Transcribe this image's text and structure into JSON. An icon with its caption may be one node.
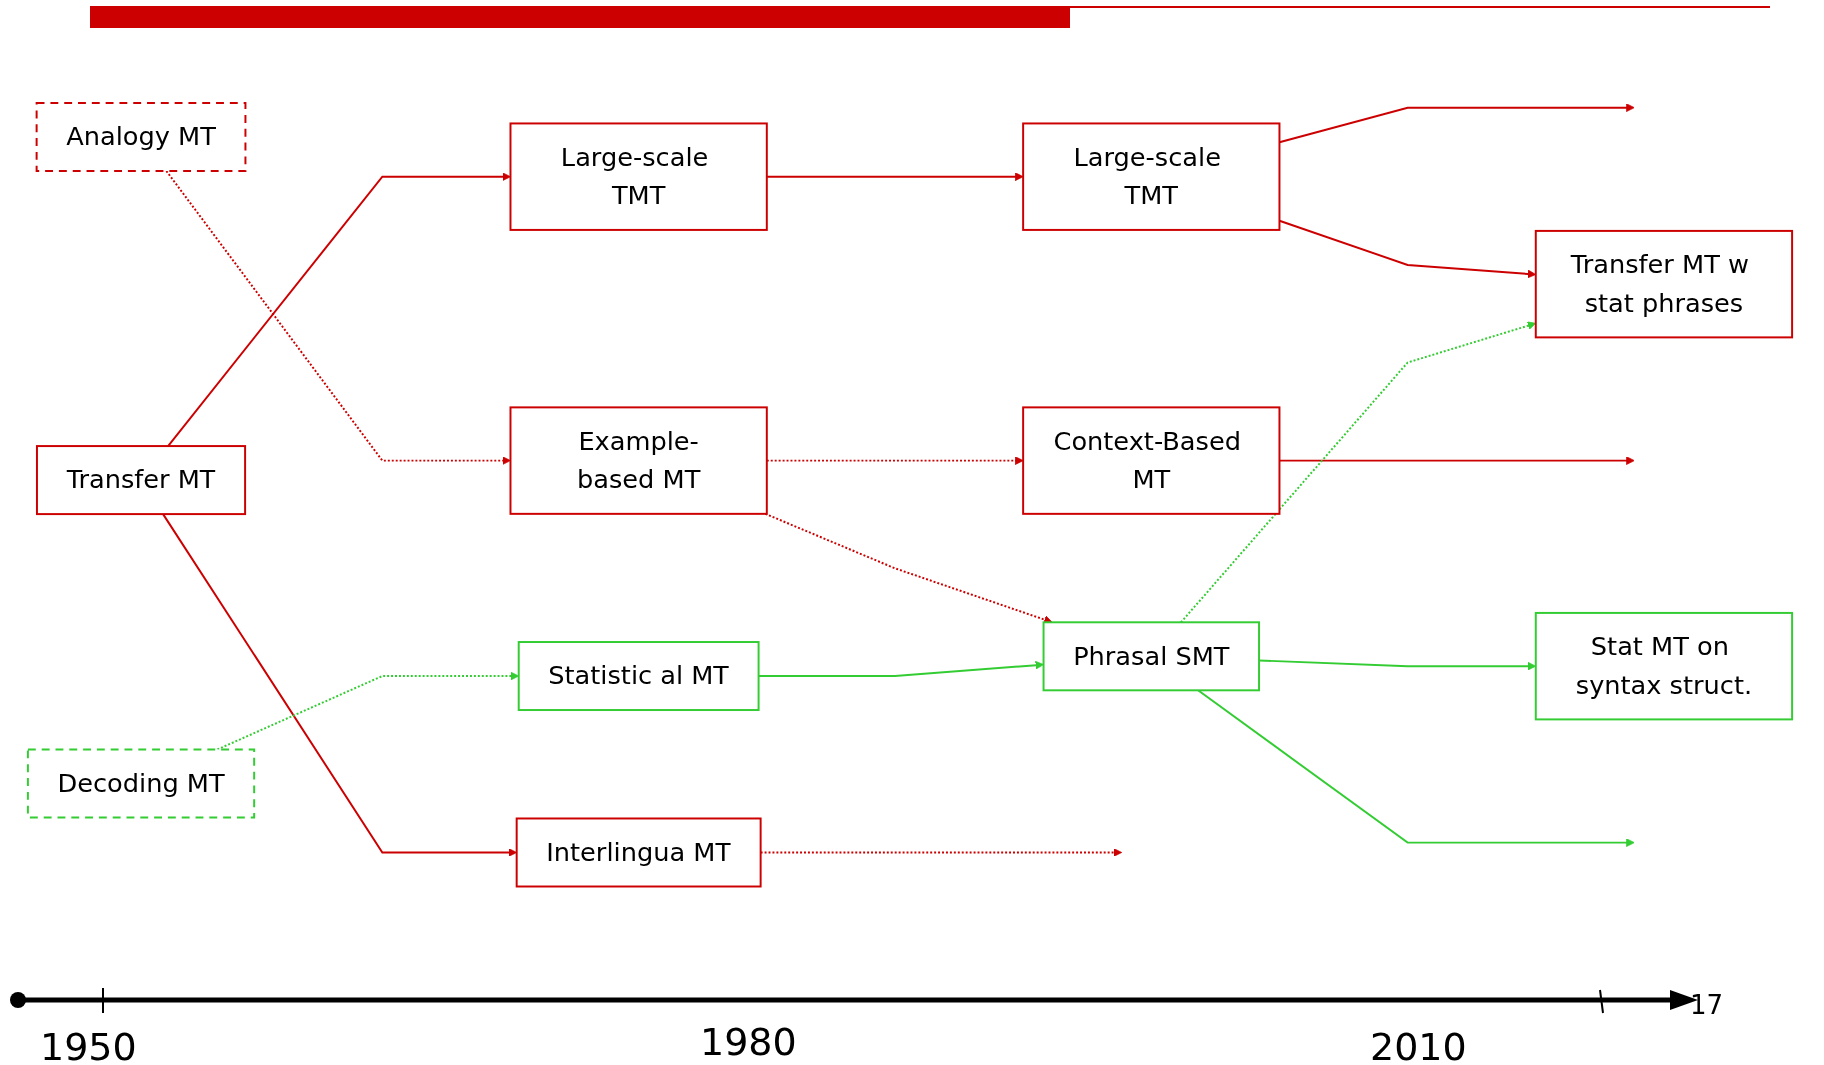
{
  "diagram": {
    "nodes": [
      {
        "text": [
          "Transfer MT"
        ]
      },
      {
        "text": [
          "Large-scale TMT"
        ]
      },
      {
        "text": [
          "Large-scale TMT"
        ]
      },
      {
        "text": [
          "Interlingua MT"
        ]
      },
      {
        "text": [
          "Analogy MT"
        ]
      },
      {
        "text": [
          "Example-based MT"
        ]
      },
      {
        "text": [
          "Transfer MT w stat phrases"
        ]
      },
      {
        "text": [
          "Context-Based MT"
        ]
      },
      {
        "text": [
          "Decoding MT"
        ]
      },
      {
        "text": [
          "Statistic al MT"
        ]
      },
      {
        "text": [
          "Phrasal SMT"
        ]
      },
      {
        "text": [
          "Stat MT on syntax struct."
        ]
      }
    ],
    "edges": [
      {
        "from": 0,
        "to": 1,
        "arrow": "to"
      },
      {
        "from": 0,
        "to": 3,
        "arrow": "to"
      },
      {
        "from": 1,
        "to": 2,
        "arrow": "to"
      },
      {
        "from": 2,
        "to": null,
        "arrow": "to"
      },
      {
        "from": 2,
        "to": 6,
        "arrow": "to"
      },
      {
        "from": 3,
        "to": null,
        "arrow": "to",
        "style": "dashed"
      },
      {
        "from": 4,
        "to": 5,
        "arrow": "to",
        "style": "dashed"
      },
      {
        "from": 5,
        "to": 7,
        "arrow": "to",
        "style": "dashed"
      },
      {
        "from": 5,
        "to": 10,
        "arrow": "to",
        "style": "dashed"
      },
      {
        "from": 7,
        "to": null,
        "arrow": "to"
      },
      {
        "from": 8,
        "to": 9,
        "arrow": "to",
        "style": "dashed",
        "color": "#33cc33"
      },
      {
        "from": 9,
        "to": 10,
        "arrow": "to",
        "color": "#33cc33"
      },
      {
        "from": 10,
        "to": 11,
        "arrow": "to",
        "color": "#33cc33"
      },
      {
        "from": 10,
        "to": null,
        "arrow": "to",
        "color": "#33cc33"
      },
      {
        "from": 10,
        "to": 6,
        "arrow": "to",
        "style": "dashed",
        "color": "#33cc33"
      }
    ],
    "labels": [
      "1950",
      "1980",
      "2010",
      "17"
    ]
  }
}
